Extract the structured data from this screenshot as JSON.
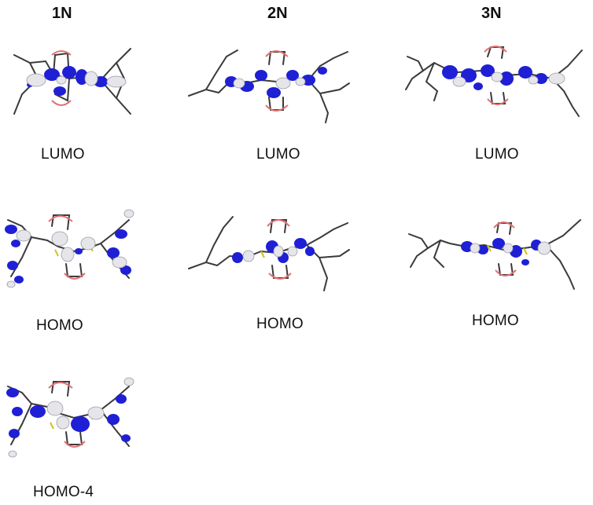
{
  "columns": [
    {
      "label": "1N"
    },
    {
      "label": "2N"
    },
    {
      "label": "3N"
    }
  ],
  "panels": [
    {
      "compound": "1N",
      "orbital": "LUMO"
    },
    {
      "compound": "2N",
      "orbital": "LUMO"
    },
    {
      "compound": "3N",
      "orbital": "LUMO"
    },
    {
      "compound": "1N",
      "orbital": "HOMO"
    },
    {
      "compound": "2N",
      "orbital": "HOMO"
    },
    {
      "compound": "3N",
      "orbital": "HOMO"
    },
    {
      "compound": "1N",
      "orbital": "HOMO-4"
    }
  ],
  "colors": {
    "lobe_positive": "#1f1fd6",
    "lobe_negative": "#e6e6ea",
    "bond": "#3a3a3a",
    "oxygen": "#e07070",
    "sulfur": "#d6c020",
    "nitrogen": "#3050c0"
  }
}
